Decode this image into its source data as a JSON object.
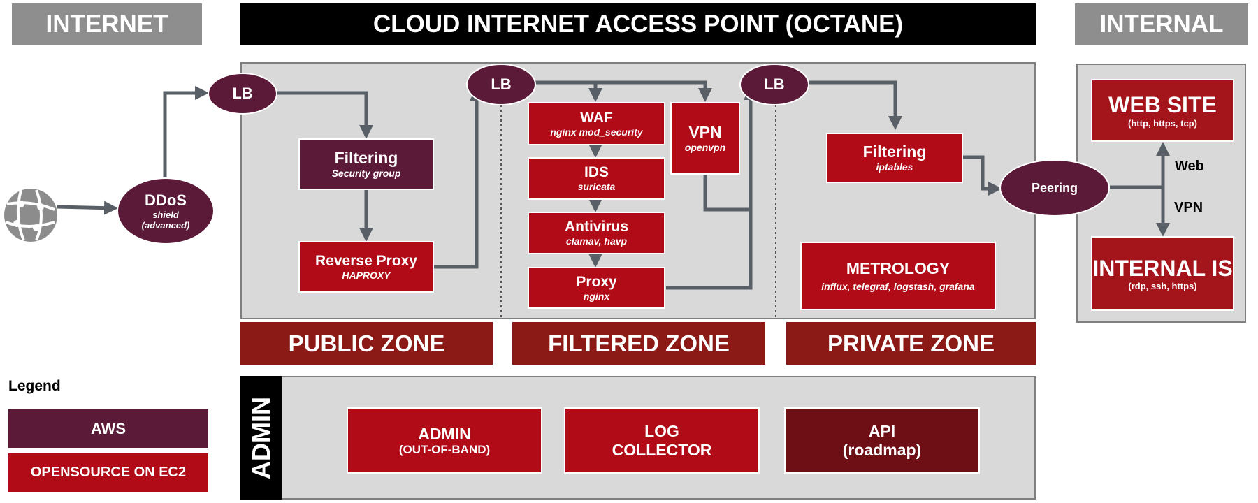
{
  "headers": {
    "internet": "INTERNET",
    "cloud": "CLOUD INTERNET ACCESS POINT (OCTANE)",
    "internal": "INTERNAL"
  },
  "nodes": {
    "ddos": {
      "title": "DDoS",
      "sub1": "shield",
      "sub2": "(advanced)"
    },
    "lb_public": {
      "title": "LB"
    },
    "lb_filtered": {
      "title": "LB"
    },
    "lb_private": {
      "title": "LB"
    },
    "filtering_public": {
      "title": "Filtering",
      "sub": "Security group"
    },
    "reverse_proxy": {
      "title": "Reverse Proxy",
      "sub": "HAPROXY"
    },
    "waf": {
      "title": "WAF",
      "sub": "nginx mod_security"
    },
    "ids": {
      "title": "IDS",
      "sub": "suricata"
    },
    "antivirus": {
      "title": "Antivirus",
      "sub": "clamav, havp"
    },
    "proxy": {
      "title": "Proxy",
      "sub": "nginx"
    },
    "vpn": {
      "title": "VPN",
      "sub": "openvpn"
    },
    "filtering_private": {
      "title": "Filtering",
      "sub": "iptables"
    },
    "metrology": {
      "title": "METROLOGY",
      "sub": "influx, telegraf, logstash, grafana"
    },
    "peering": {
      "title": "Peering"
    },
    "website": {
      "title": "WEB SITE",
      "sub": "(http, https, tcp)"
    },
    "internal_is": {
      "title": "INTERNAL IS",
      "sub": "(rdp, ssh, https)"
    }
  },
  "link_labels": {
    "web": "Web",
    "vpn": "VPN"
  },
  "zones": {
    "public": "PUBLIC ZONE",
    "filtered": "FILTERED ZONE",
    "private": "PRIVATE ZONE"
  },
  "admin": {
    "side_label": "ADMIN",
    "admin_box": {
      "line1": "ADMIN",
      "line2": "(OUT-OF-BAND)"
    },
    "log_box": {
      "line1": "LOG",
      "line2": "COLLECTOR"
    },
    "api_box": {
      "line1": "API",
      "line2": "(roadmap)"
    }
  },
  "legend": {
    "title": "Legend",
    "aws": "AWS",
    "oss": "OPENSOURCE ON EC2"
  },
  "colors": {
    "aws": "#5b1a38",
    "opensource": "#b00b16",
    "zone_banner": "#8b1a17",
    "roadmap": "#6d0f14",
    "connector": "#595f66",
    "panel": "#d9d9d9"
  }
}
